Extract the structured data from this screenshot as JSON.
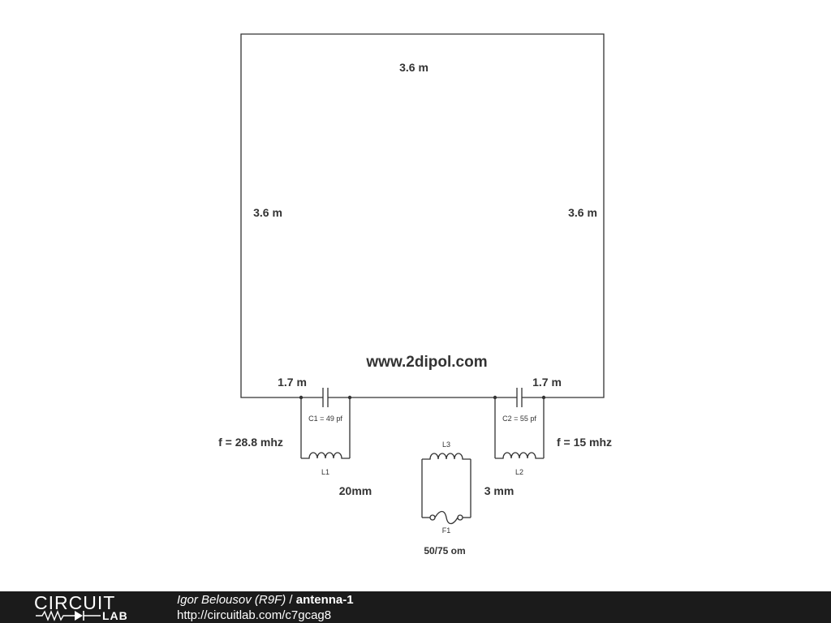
{
  "diagram": {
    "dimension_top": "3.6 m",
    "dimension_left": "3.6 m",
    "dimension_right": "3.6 m",
    "website": "www.2dipol.com",
    "dimension_bottom_left": "1.7 m",
    "dimension_bottom_right": "1.7 m",
    "c1_label": "C1 = 49 pf",
    "c2_label": "C2 = 55 pf",
    "l1_label": "L1",
    "l2_label": "L2",
    "l3_label": "L3",
    "f1_label": "F1",
    "freq_left": "f = 28.8 mhz",
    "freq_right": "f = 15 mhz",
    "size_left": "20mm",
    "size_right": "3 mm",
    "impedance": "50/75 om"
  },
  "footer": {
    "logo_top": "CIRCUIT",
    "logo_bottom": "LAB",
    "author": "Igor Belousov (R9F)",
    "separator": " / ",
    "title": "antenna-1",
    "url": "http://circuitlab.com/c7gcag8"
  },
  "colors": {
    "ink": "#333333",
    "footer_bg": "#1b1b1b",
    "footer_text": "#ffffff"
  }
}
